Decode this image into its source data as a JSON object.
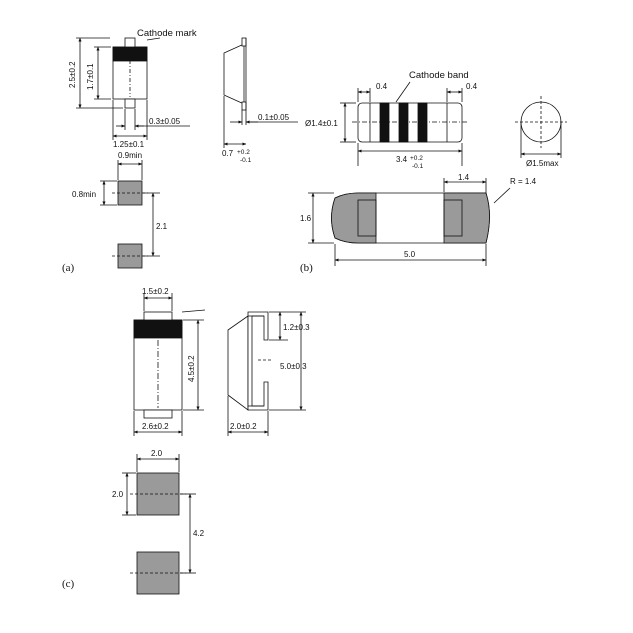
{
  "panel_a": {
    "label": "(a)",
    "cathode_mark": "Cathode mark",
    "height_total": "2.5±0.2",
    "height_body": "1.7±0.1",
    "lead_width": "0.3±0.05",
    "body_width": "1.25±0.1",
    "side_lead": "0.1±0.05",
    "side_width_main": "0.7",
    "side_width_plus": "+0.2",
    "side_width_minus": "-0.1",
    "pad_width": "0.9min",
    "pad_height": "0.8min",
    "pad_gap": "2.1"
  },
  "panel_b": {
    "label": "(b)",
    "cathode_band": "Cathode band",
    "band_left": "0.4",
    "band_right": "0.4",
    "diameter": "Ø1.4±0.1",
    "length_main": "3.4",
    "length_plus": "+0.2",
    "length_minus": "-0.1",
    "end_diameter": "Ø1.5max",
    "pad_dim": "1.4",
    "radius": "R = 1.4",
    "pad_height": "1.6",
    "pad_length": "5.0"
  },
  "panel_c": {
    "label": "(c)",
    "top_width": "1.5±0.2",
    "body_height": "4.5±0.2",
    "body_width": "2.6±0.2",
    "side_top": "1.2±0.3",
    "side_height": "5.0±0.3",
    "side_width": "2.0±0.2",
    "pad_width": "2.0",
    "pad_height": "2.0",
    "pad_gap": "4.2"
  },
  "colors": {
    "line": "#111111",
    "pad_fill": "#9a9a9a",
    "band": "#111111"
  }
}
